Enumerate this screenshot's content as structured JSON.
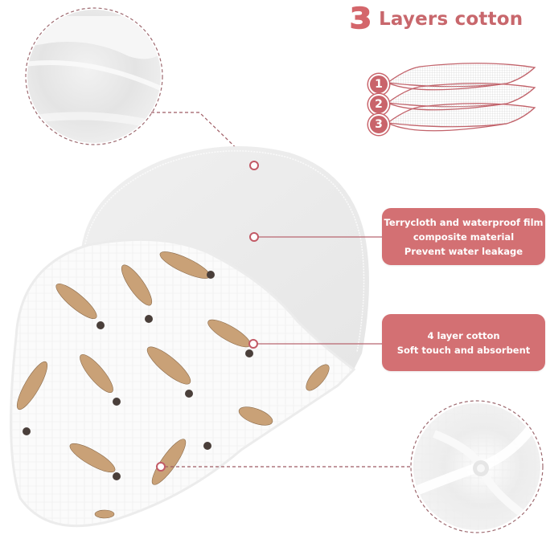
{
  "header": {
    "number": "3",
    "title": "Layers cotton"
  },
  "layer_diagram": {
    "layers": [
      "1",
      "2",
      "3"
    ]
  },
  "callouts": [
    {
      "lines": [
        "Terrycloth and waterproof film",
        "composite material",
        "Prevent water leakage"
      ]
    },
    {
      "lines": [
        "4 layer cotton",
        "Soft touch and absorbent"
      ]
    }
  ],
  "colors": {
    "accent": "#d37073",
    "title": "#c8676c",
    "connector": "#a85a62",
    "marker_ring": "#c25a66",
    "fabric_back": "#ececec",
    "fabric_front": "#fafafa",
    "dog_tan": "#c9a177",
    "dog_dark": "#4a3f3a"
  },
  "detail_circles": [
    {
      "name": "terrycloth-closeup"
    },
    {
      "name": "muslin-closeup"
    }
  ]
}
